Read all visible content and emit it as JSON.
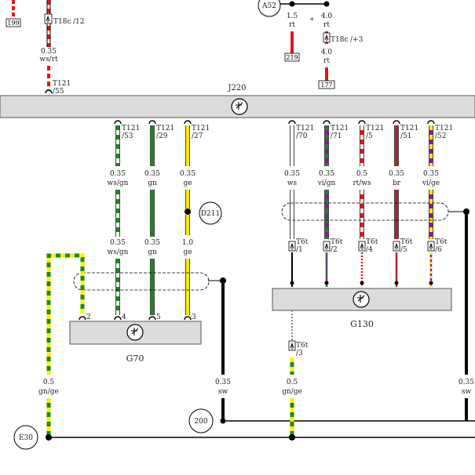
{
  "components": {
    "j220": "J220",
    "g70": "G70",
    "g130": "G130",
    "a52": "A52",
    "d211": "D211",
    "e30": "E30",
    "n200": "200"
  },
  "refs": {
    "r199": "199",
    "r219": "219",
    "r177": "177"
  },
  "colors": {
    "red": "#e8121a",
    "white": "#ffffff",
    "green": "#1a8a1a",
    "yellow": "#ffee00",
    "violet": "#8b1a9a",
    "brown": "#a52a2a",
    "black": "#000000",
    "gray": "#dcdcdc"
  },
  "top_wires": {
    "t18c_12": {
      "conn": "T18c",
      "pin": "/12",
      "size": "0.35",
      "color": "ws/rt"
    },
    "t121_55": {
      "conn": "T121",
      "pin": "/55"
    },
    "a52_left": {
      "size": "1.5",
      "color": "rt"
    },
    "a52_right": {
      "size": "4.0",
      "color": "rt"
    },
    "t18c_3": {
      "conn": "T18c",
      "pin": "/+3",
      "size": "4.0",
      "color": "rt"
    },
    "star": "*"
  },
  "j220_pins": [
    {
      "conn": "T121",
      "pin": "/53",
      "size": "0.35",
      "color": "ws/gn"
    },
    {
      "conn": "T121",
      "pin": "/29",
      "size": "0.35",
      "color": "gn"
    },
    {
      "conn": "T121",
      "pin": "/27",
      "size": "0.35",
      "color": "ge",
      "size2": "1.0",
      "color2": "ge"
    },
    {
      "conn": "T121",
      "pin": "/70",
      "size": "0.35",
      "color": "ws"
    },
    {
      "conn": "T121",
      "pin": "/71",
      "size": "0.35",
      "color": "vi/gn"
    },
    {
      "conn": "T121",
      "pin": "/5",
      "size": "0.5",
      "color": "rt/ws"
    },
    {
      "conn": "T121",
      "pin": "/51",
      "size": "0.35",
      "color": "br"
    },
    {
      "conn": "T121",
      "pin": "/52",
      "size": "0.35",
      "color": "vi/ge"
    }
  ],
  "g70_pins": [
    "2",
    "4",
    "5",
    "3"
  ],
  "g130_t6t": [
    {
      "conn": "T6t",
      "pin": "/1"
    },
    {
      "conn": "T6t",
      "pin": "/2"
    },
    {
      "conn": "T6t",
      "pin": "/4"
    },
    {
      "conn": "T6t",
      "pin": "/5"
    },
    {
      "conn": "T6t",
      "pin": "/6"
    }
  ],
  "g130_bottom": {
    "conn": "T6t",
    "pin": "/3",
    "size": "0.5",
    "color": "gn/ge"
  },
  "left_wire": {
    "size": "0.5",
    "color": "gn/ge"
  },
  "ground_left": {
    "size": "0.35",
    "color": "sw"
  },
  "ground_right": {
    "size": "0.35",
    "color": "sw"
  }
}
